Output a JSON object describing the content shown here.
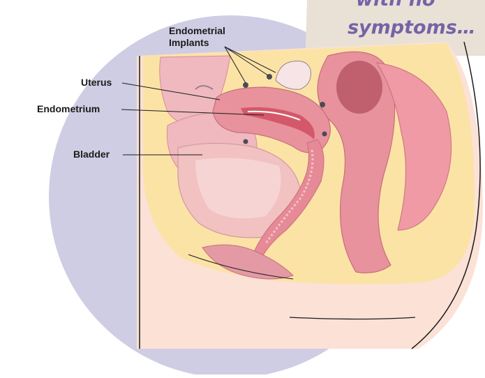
{
  "callout": {
    "line1": "with no",
    "line2": "symptoms…"
  },
  "labels": {
    "implants_line1": "Endometrial",
    "implants_line2": "Implants",
    "uterus": "Uterus",
    "endometrium": "Endometrium",
    "bladder": "Bladder"
  },
  "colors": {
    "circle": "#cfcde3",
    "callout_bg": "#e9e1d6",
    "callout_text": "#7563a8",
    "skin": "#fbe1d6",
    "fat": "#fbe3a6",
    "organ_pink": "#e7929c",
    "organ_light": "#efb9bf",
    "endometrium": "#d4586a",
    "outline": "#1a1a1a"
  }
}
